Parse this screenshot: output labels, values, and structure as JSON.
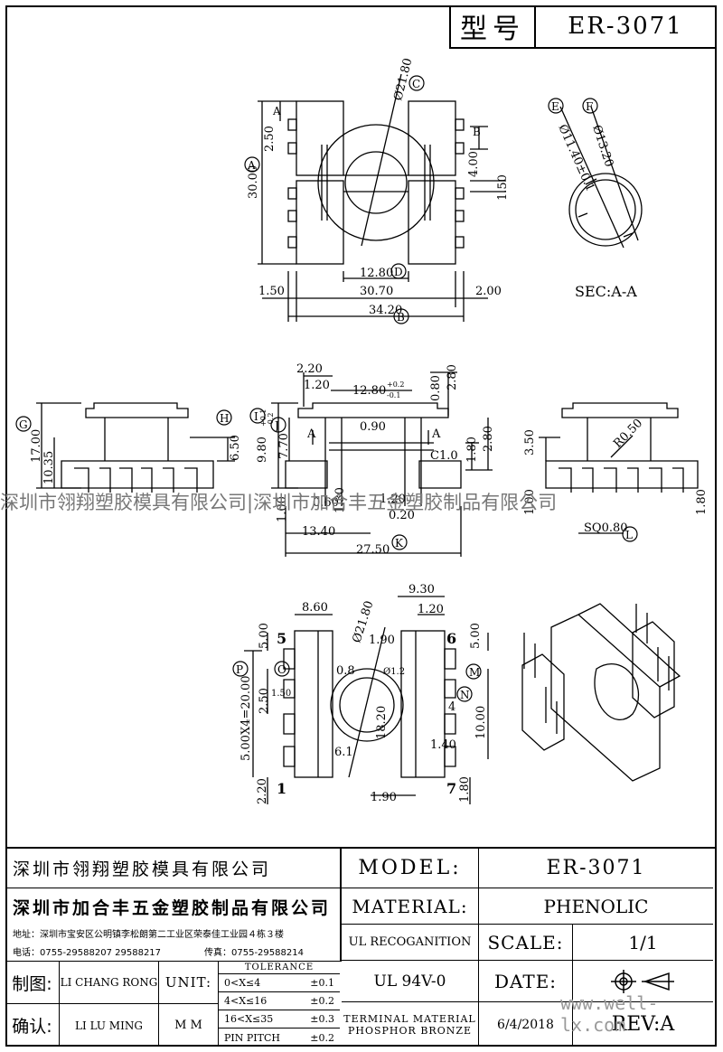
{
  "header": {
    "type_label": "型号",
    "type_value": "ER-3071"
  },
  "views": {
    "top": {
      "dims": [
        "2.50",
        "30.00",
        "4.00",
        "1.50",
        "12.80",
        "30.70",
        "1.50",
        "2.00",
        "34.20",
        "Ø21.80"
      ],
      "markers": [
        "A",
        "B",
        "C",
        "D",
        "A",
        "B"
      ]
    },
    "section": {
      "dims": [
        "Ø11.40±0.1",
        "Ø13.20"
      ],
      "markers": [
        "E",
        "F"
      ],
      "caption": "SEC:A-A"
    },
    "front": {
      "dims": [
        "17.00",
        "10.35",
        "6.50"
      ],
      "markers": [
        "G",
        "H"
      ]
    },
    "side": {
      "dims": [
        "2.20",
        "1.20",
        "12.80",
        "+0.2",
        "-0.1",
        "0.80",
        "2.80",
        "9.80",
        "+0.1",
        "-0.2",
        "7.70",
        "0.90",
        "1.80",
        "2.80",
        "C1.0",
        "1.30",
        "1.20",
        "0.60",
        "0.20",
        "1.00",
        "13.40",
        "27.50"
      ],
      "markers": [
        "I",
        "J",
        "K",
        "A",
        "A"
      ]
    },
    "right": {
      "dims": [
        "3.50",
        "R0.50",
        "1.00",
        "1.80",
        "SQ0.80"
      ],
      "markers": [
        "L"
      ]
    },
    "bottom": {
      "dims": [
        "8.60",
        "9.30",
        "1.20",
        "1.90",
        "Ø21.80",
        "5.00",
        "5.00",
        "0.8",
        "Ø1.2",
        "2.50",
        "1.50",
        "5.00X4=20.00",
        "18.20",
        "10.00",
        "4",
        "1.40",
        "6.1",
        "2.20",
        "1.90",
        "1.80"
      ],
      "markers": [
        "P",
        "O",
        "M",
        "N"
      ],
      "pins": [
        "5",
        "6",
        "1",
        "7"
      ]
    }
  },
  "watermark": "深圳市翎翔塑胶模具有限公司|深圳市加合丰五金塑胶制品有限公司",
  "watermark_url": "www.well-lx.com",
  "title_block": {
    "company1": "深圳市翎翔塑胶模具有限公司",
    "company2": "深圳市加合丰五金塑胶制品有限公司",
    "address": "地址：深圳市宝安区公明镇李松朗第二工业区荣泰佳工业园４栋３楼",
    "phone": "电话：0755-29588207  29588217",
    "fax": "传真：0755-29588214",
    "model_label": "MODEL:",
    "model_value": "ER-3071",
    "material_label": "MATERIAL:",
    "material_value": "PHENOLIC",
    "ul_label": "UL RECOGANITION",
    "ul_value": "UL 94V-0",
    "scale_label": "SCALE:",
    "scale_value": "1/1",
    "date_label": "DATE:",
    "terminal_label": "TERMINAL MATERIAL",
    "terminal_value": "PHOSPHOR  BRONZE",
    "date_value": "6/4/2018",
    "rev": "REV:A",
    "drawn_label": "制图:",
    "drawn_by": "LI CHANG RONG",
    "check_label": "确认:",
    "checked_by": "LI LU MING",
    "unit_label": "UNIT:",
    "unit_value": "M M",
    "tolerance_title": "TOLERANCE",
    "tolerance_rows": [
      [
        "0<X≤4",
        "±0.1"
      ],
      [
        "4<X≤16",
        "±0.2"
      ],
      [
        "16<X≤35",
        "±0.3"
      ],
      [
        "PIN PITCH",
        "±0.2"
      ]
    ]
  }
}
